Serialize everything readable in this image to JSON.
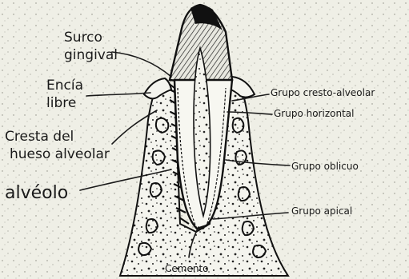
{
  "labels": {
    "surco_1": "Surco",
    "surco_2": "gingival",
    "encia_1": "Encía",
    "encia_2": "libre",
    "cresta_1": "Cresta del",
    "cresta_2": "hueso alveolar",
    "alveolo": "alvéolo",
    "grupo_cresto": "Grupo cresto-alveolar",
    "grupo_horizontal": "Grupo horizontal",
    "grupo_oblicuo": "Grupo oblicuo",
    "grupo_apical": "Grupo apical",
    "cemento": "Cemento"
  }
}
